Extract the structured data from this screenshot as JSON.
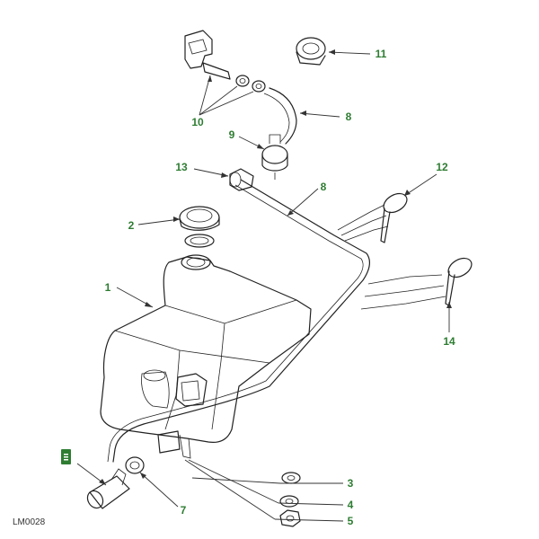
{
  "diagram": {
    "reference_code": "LM0028",
    "highlighted_callout": "6",
    "accent_color": "#2e7d32",
    "callouts": [
      {
        "id": "1",
        "label": "1"
      },
      {
        "id": "2",
        "label": "2"
      },
      {
        "id": "3",
        "label": "3"
      },
      {
        "id": "4",
        "label": "4"
      },
      {
        "id": "5",
        "label": "5"
      },
      {
        "id": "7",
        "label": "7"
      },
      {
        "id": "8a",
        "label": "8"
      },
      {
        "id": "8b",
        "label": "8"
      },
      {
        "id": "9",
        "label": "9"
      },
      {
        "id": "10",
        "label": "10"
      },
      {
        "id": "11",
        "label": "11"
      },
      {
        "id": "12",
        "label": "12"
      },
      {
        "id": "13",
        "label": "13"
      },
      {
        "id": "14",
        "label": "14"
      }
    ]
  }
}
